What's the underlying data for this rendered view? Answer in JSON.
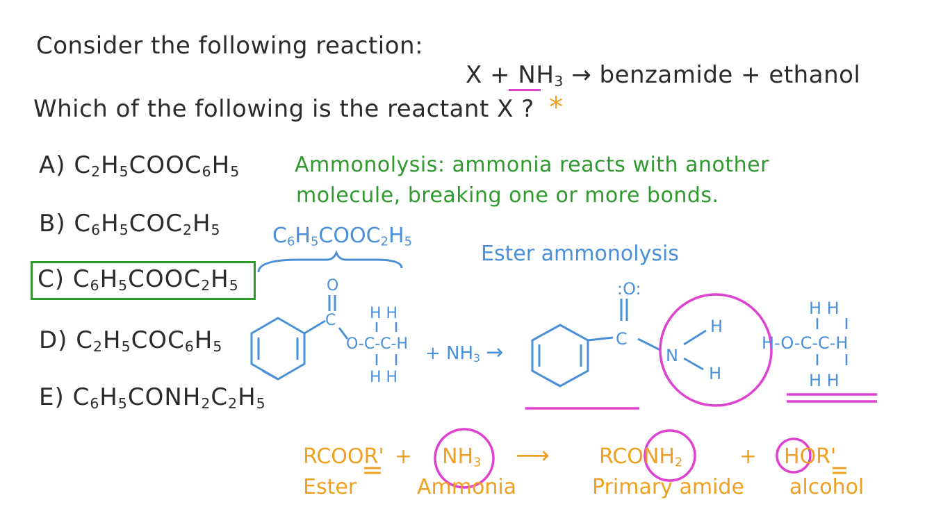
{
  "question": {
    "line1": "Consider the following reaction:",
    "equation": {
      "x": "X",
      "plus": "+",
      "nh": "NH",
      "sub3": "3",
      "arrow": "→",
      "products": "benzamide + ethanol"
    },
    "line2": "Which of the following is the reactant X ?",
    "star": "*"
  },
  "options": [
    {
      "letter": "A)",
      "formula": [
        "C",
        "2",
        "H",
        "5",
        "COOC",
        "6",
        "H",
        "5"
      ]
    },
    {
      "letter": "B)",
      "formula": [
        "C",
        "6",
        "H",
        "5",
        "COC",
        "2",
        "H",
        "5"
      ]
    },
    {
      "letter": "C)",
      "formula": [
        "C",
        "6",
        "H",
        "5",
        "COOC",
        "2",
        "H",
        "5"
      ]
    },
    {
      "letter": "D)",
      "formula": [
        "C",
        "2",
        "H",
        "5",
        "COC",
        "6",
        "H",
        "5"
      ]
    },
    {
      "letter": "E)",
      "formula": [
        "C",
        "6",
        "H",
        "5",
        "CONH",
        "2",
        "C",
        "2",
        "H",
        "5"
      ]
    }
  ],
  "selected_option": "C)",
  "note": {
    "line1": "Ammonolysis: ammonia reacts with another",
    "line2": "molecule, breaking one or more bonds."
  },
  "blue": {
    "formula": [
      "C",
      "6",
      "H",
      "5",
      "COOC",
      "2",
      "H",
      "5"
    ],
    "heading": "Ester ammonolysis",
    "plus_nh3": "+ NH",
    "sub3": "3",
    "arrow": "→"
  },
  "scheme": {
    "rcoor": "RCOOR'",
    "plus1": "+",
    "nh3": "NH",
    "sub3": "3",
    "arrow": "⟶",
    "rco": "RCO",
    "nh2": "NH",
    "sub2": "2",
    "plus2": "+",
    "h": "H",
    "or": "OR'",
    "ester": "Ester",
    "ammonia": "Ammonia",
    "primary_amide": "Primary amide",
    "alcohol": "alcohol"
  },
  "colors": {
    "ink": "#2b2b2b",
    "green": "#2e9a2e",
    "blue": "#4a90d9",
    "orange": "#f0a020",
    "magenta": "#e040d0"
  }
}
